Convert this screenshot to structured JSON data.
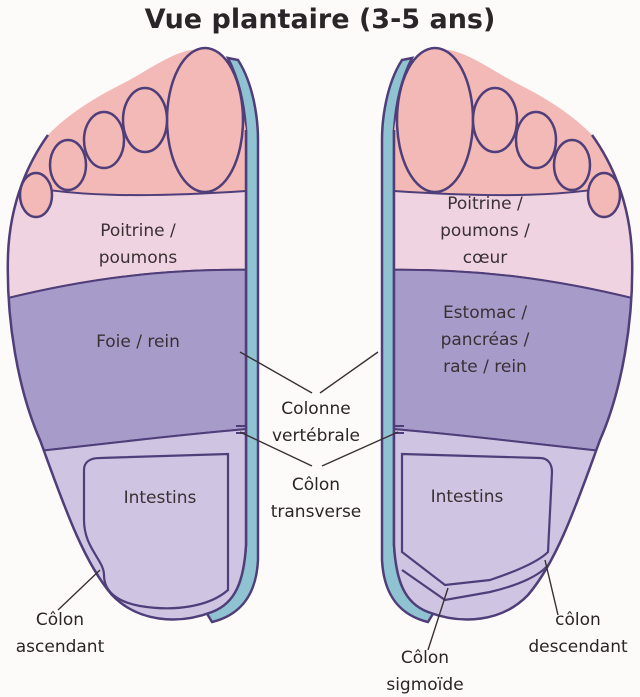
{
  "title": "Vue plantaire (3-5 ans)",
  "colors": {
    "toes": "#f2b9b6",
    "chest": "#f0d3e0",
    "abdomen": "#a79bc9",
    "intestine": "#cfc4e2",
    "outline": "#4f3e79",
    "spine_edge": "#8fc3d2",
    "background": "#fdfbf9"
  },
  "left_foot": {
    "chest": [
      "Poitrine /",
      "poumons"
    ],
    "abdomen": [
      "Foie / rein"
    ],
    "intestine": [
      "Intestins"
    ]
  },
  "right_foot": {
    "chest": [
      "Poitrine /",
      "poumons /",
      "cœur"
    ],
    "abdomen": [
      "Estomac /",
      "pancréas /",
      "rate / rein"
    ],
    "intestine": [
      "Intestins"
    ]
  },
  "callouts": {
    "spine": [
      "Colonne",
      "vertébrale"
    ],
    "transverse": [
      "Côlon",
      "transverse"
    ],
    "ascending": [
      "Côlon",
      "ascendant"
    ],
    "sigmoid": [
      "Côlon",
      "sigmoïde"
    ],
    "descending": [
      "côlon",
      "descendant"
    ]
  }
}
